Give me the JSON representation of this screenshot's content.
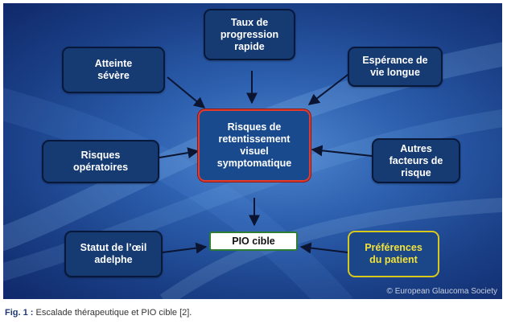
{
  "nodes": {
    "taux": {
      "lines": [
        "Taux de",
        "progression",
        "rapide"
      ]
    },
    "atteinte": {
      "lines": [
        "Atteinte",
        "sévère"
      ]
    },
    "esperance": {
      "lines": [
        "Espérance de",
        "vie longue"
      ]
    },
    "risques_centre": {
      "lines": [
        "Risques de",
        "retentissement",
        "visuel",
        "symptomatique"
      ]
    },
    "risques_op": {
      "lines": [
        "Risques",
        "opératoires"
      ]
    },
    "autres": {
      "lines": [
        "Autres",
        "facteurs de",
        "risque"
      ]
    },
    "pio": {
      "lines": [
        "PIO cible"
      ]
    },
    "statut": {
      "lines": [
        "Statut de l’œil",
        "adelphe"
      ]
    },
    "preferences": {
      "lines": [
        "Préférences",
        "du patient"
      ]
    }
  },
  "copyright": "© European Glaucoma Society",
  "caption": {
    "label": "Fig. 1 :",
    "text": " Escalade thérapeutique et PIO cible [2]."
  },
  "colors": {
    "center_border": "#e23a2c",
    "target_border": "#2e7d32",
    "patient_text": "#f2e23a",
    "node_fill": "#163a72"
  }
}
